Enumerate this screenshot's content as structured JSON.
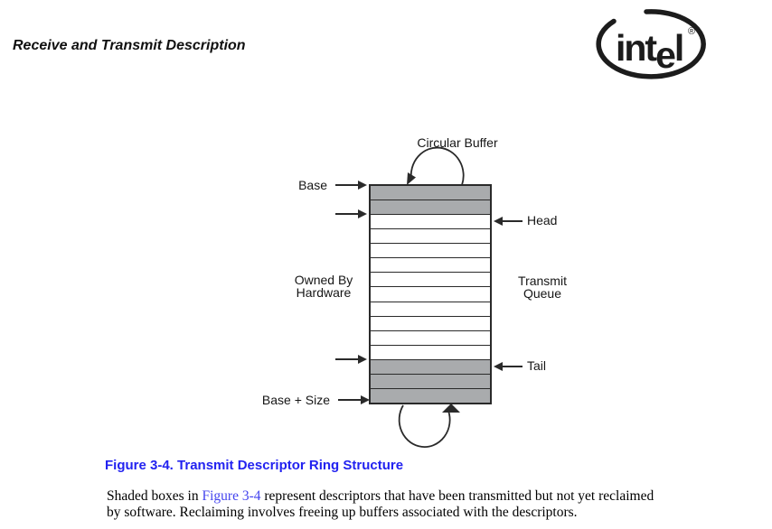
{
  "header": {
    "title": "Receive and Transmit Description",
    "logo": {
      "text_int": "int",
      "text_e": "e",
      "text_l": "l",
      "registered": "®"
    }
  },
  "diagram": {
    "labels": {
      "circular_buffer": "Circular Buffer",
      "base": "Base",
      "head": "Head",
      "owned_by": [
        "Owned By",
        "Hardware"
      ],
      "transmit_queue": [
        "Transmit",
        "Queue"
      ],
      "tail": "Tail",
      "base_plus_size": "Base + Size"
    },
    "rows": [
      "shaded",
      "shaded",
      "open",
      "open",
      "open",
      "open",
      "open",
      "open",
      "open",
      "open",
      "open",
      "open",
      "shaded",
      "shaded",
      "shaded"
    ]
  },
  "caption": {
    "text": "Figure 3-4. Transmit Descriptor Ring Structure"
  },
  "paragraph": {
    "text_before_link": "Shaded boxes in ",
    "link_text": "Figure 3-4",
    "line1_after_link": " represent descriptors that have been transmitted but not yet reclaimed",
    "line2": "by software. Reclaiming involves freeing up buffers associated with the descriptors."
  },
  "colors": {
    "shaded_fill": "#a9abad",
    "line": "#2a2a2a",
    "caption_blue": "#2222f0",
    "link_blue": "#4444ee"
  }
}
